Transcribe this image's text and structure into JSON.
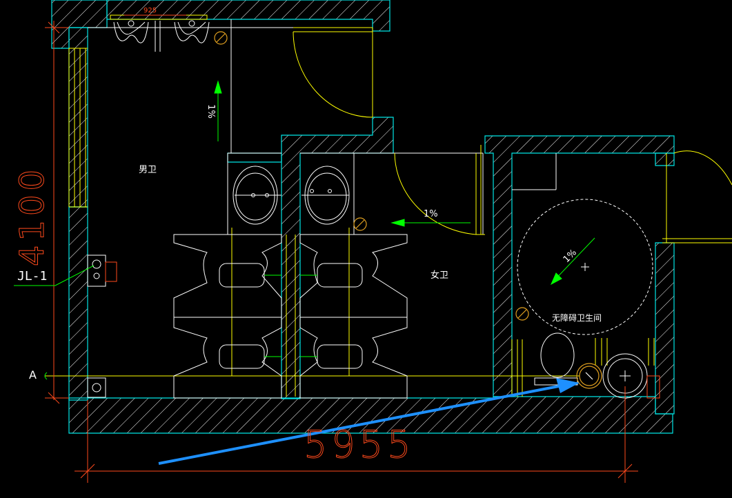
{
  "dimensions": {
    "overall_width": "5955",
    "overall_height": "4100",
    "urinal_spacing": "925"
  },
  "rooms": {
    "mens": "男卫",
    "womens": "女卫",
    "accessible": "无障碍卫生间"
  },
  "slopes": {
    "mens_slope": "1%",
    "womens_slope": "1%",
    "accessible_slope": "1%"
  },
  "tags": {
    "pipe_tag": "JL-1",
    "grid_axis": "A"
  },
  "colors": {
    "background": "#000000",
    "wall": "#00e5e5",
    "hatch": "#ffffff",
    "fixture": "#ffffff",
    "door": "#ffff00",
    "dimension": "#ff4a1c",
    "annotation": "#00ff00",
    "pointer_arrow": "#1e90ff",
    "drain": "#e0a020"
  }
}
